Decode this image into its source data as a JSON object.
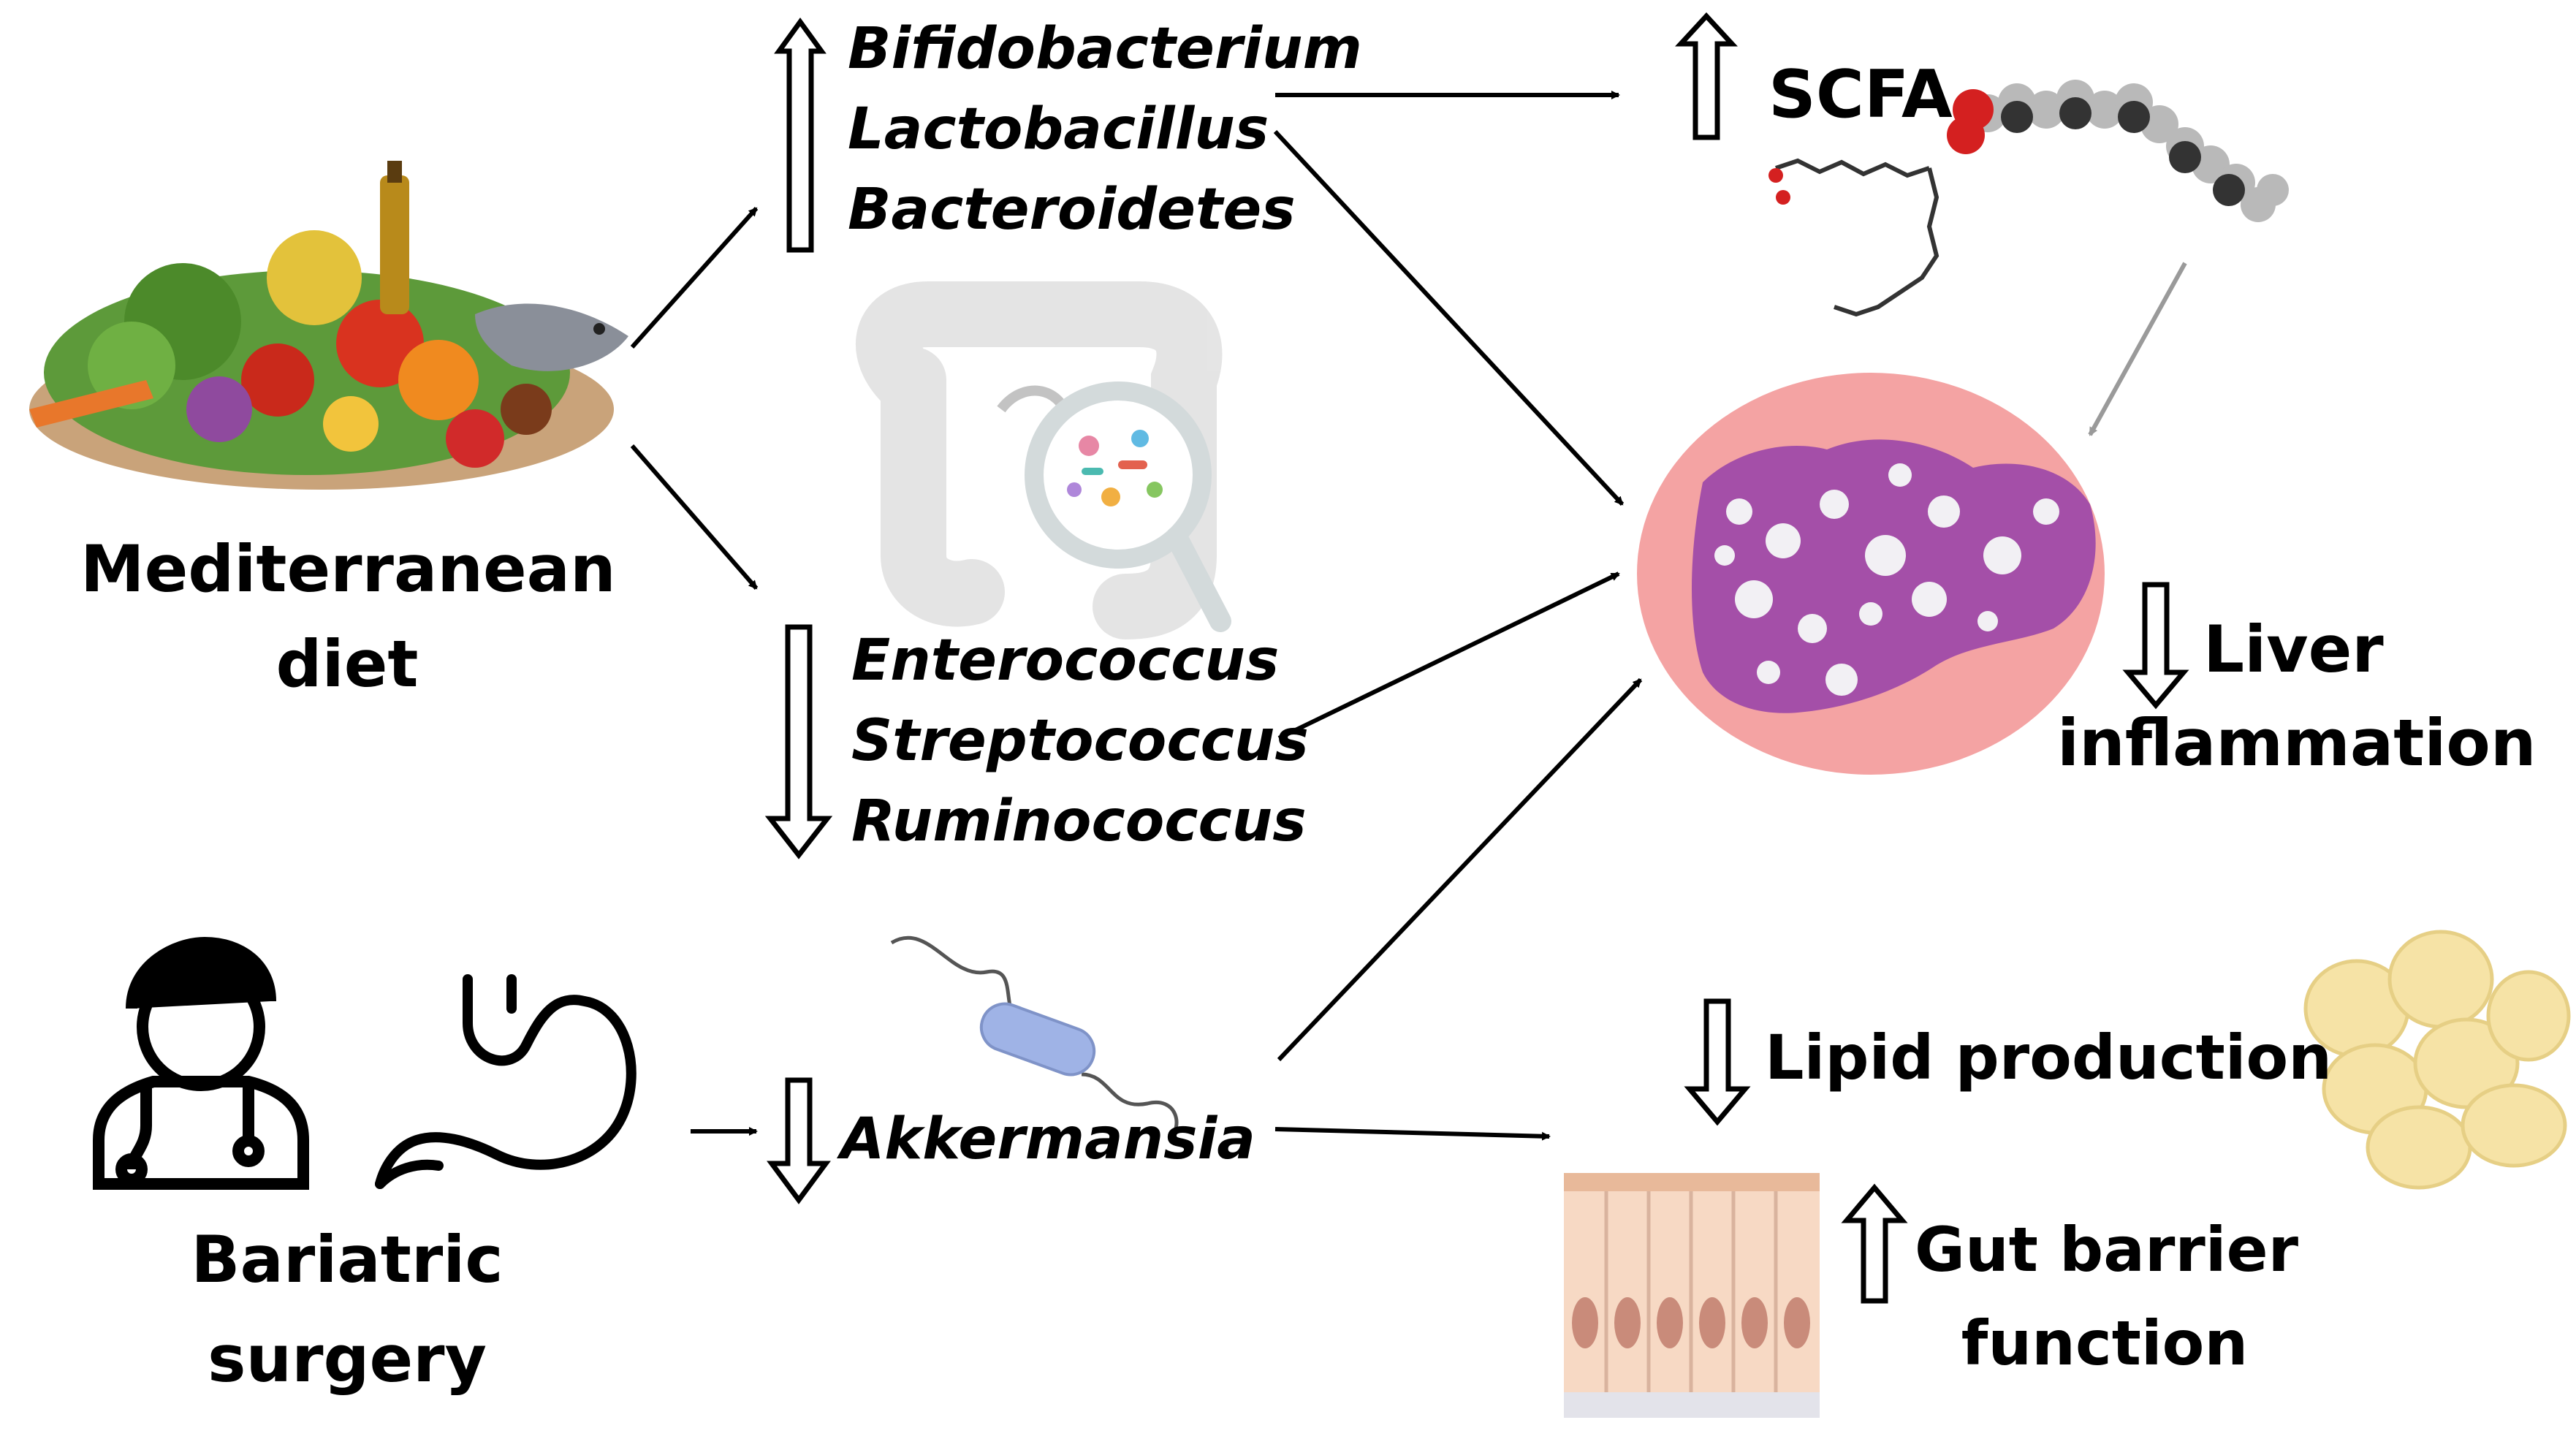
{
  "diet": {
    "line1": "Mediterranean",
    "line2": "diet"
  },
  "surgery": {
    "line1": "Bariatric",
    "line2": "surgery"
  },
  "increased_bacteria": [
    "Bifidobacterium",
    "Lactobacillus",
    "Bacteroidetes"
  ],
  "decreased_bacteria": [
    "Enterococcus",
    "Streptococcus",
    "Ruminococcus"
  ],
  "akkermansia": "Akkermansia",
  "scfa": "SCFA",
  "liver": {
    "line1": "Liver",
    "line2": "inflammation"
  },
  "lipid": "Lipid production",
  "gut_barrier": {
    "line1": "Gut barrier",
    "line2": "function"
  },
  "colors": {
    "liver_disc": "#f4a3a3",
    "liver_tissue": "#a44fa8",
    "fat_cells": "#f6e3a6",
    "epithelium": "#f7d9c4",
    "nuclei": "#c98b7a",
    "microbe": "#9fb3e6"
  }
}
